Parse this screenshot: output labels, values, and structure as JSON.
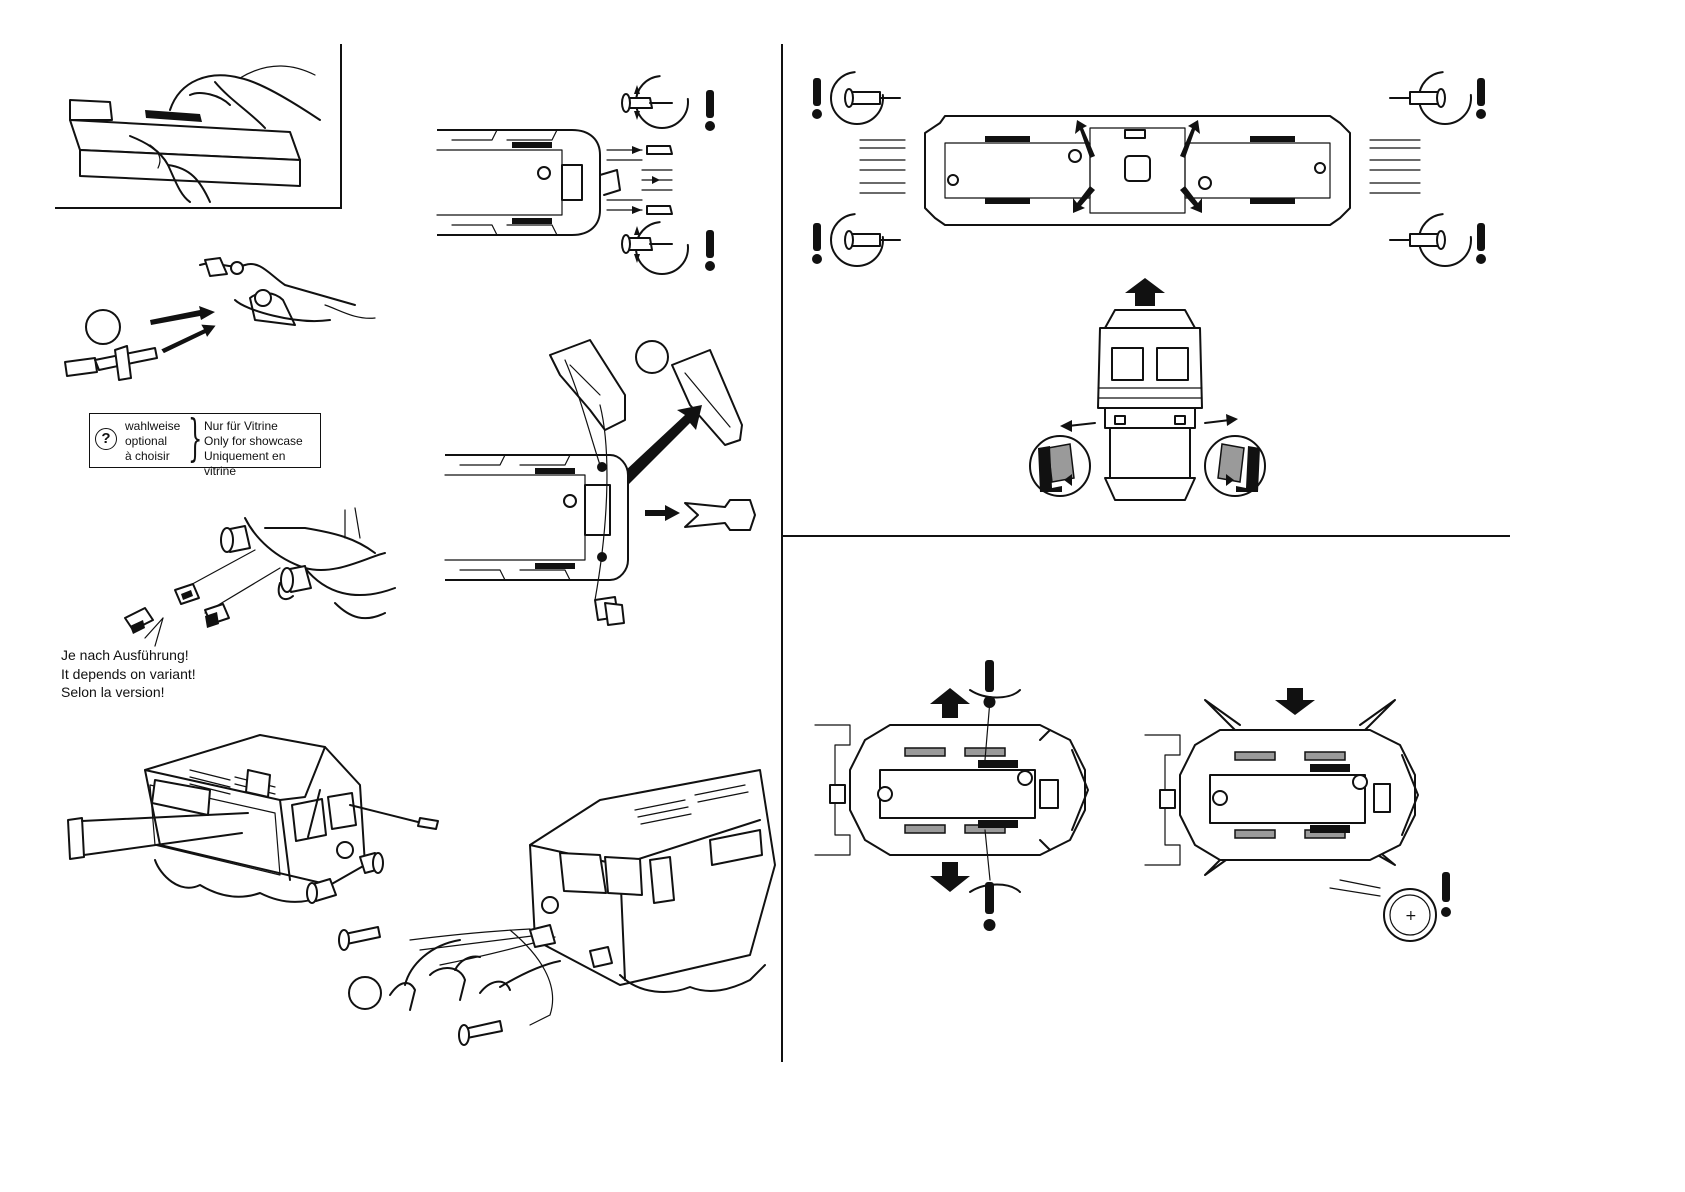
{
  "optional_note": {
    "icon": "question-mark-icon",
    "left_lines": [
      "wahlweise",
      "optional",
      "à choisir"
    ],
    "right_lines": [
      "Nur für Vitrine",
      "Only for showcase",
      "Uniquement en vitrine"
    ]
  },
  "variant_note": {
    "lines": [
      "Je nach Ausführung!",
      "It depends on variant!",
      "Selon la version!"
    ]
  },
  "battery": {
    "polarity": "+"
  }
}
